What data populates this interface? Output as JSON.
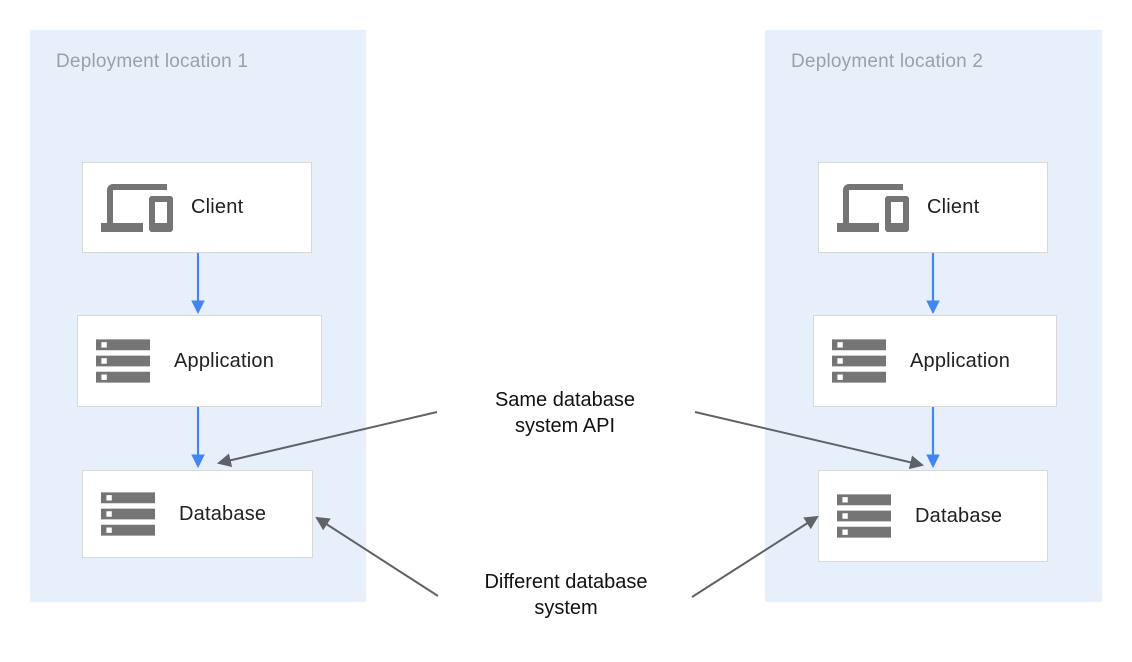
{
  "colors": {
    "container_bg": "#e7f0fa",
    "container_title_gray": "#9aa0a6",
    "box_border_gray": "#d8d8d8",
    "box_label_dark": "#212124",
    "icon_gray": "#757575",
    "flow_arrow_blue": "#4285f4",
    "annotation_arrow_gray": "#5f6368",
    "annotation_text": "#111111"
  },
  "containers": [
    {
      "title": "Deployment location 1",
      "nodes": [
        {
          "label": "Client",
          "icon": "devices-icon"
        },
        {
          "label": "Application",
          "icon": "storage-icon"
        },
        {
          "label": "Database",
          "icon": "storage-icon"
        }
      ]
    },
    {
      "title": "Deployment location 2",
      "nodes": [
        {
          "label": "Client",
          "icon": "devices-icon"
        },
        {
          "label": "Application",
          "icon": "storage-icon"
        },
        {
          "label": "Database",
          "icon": "storage-icon"
        }
      ]
    }
  ],
  "annotations": [
    {
      "lines": [
        "Same database",
        "system API"
      ]
    },
    {
      "lines": [
        "Different database",
        "system"
      ]
    }
  ]
}
